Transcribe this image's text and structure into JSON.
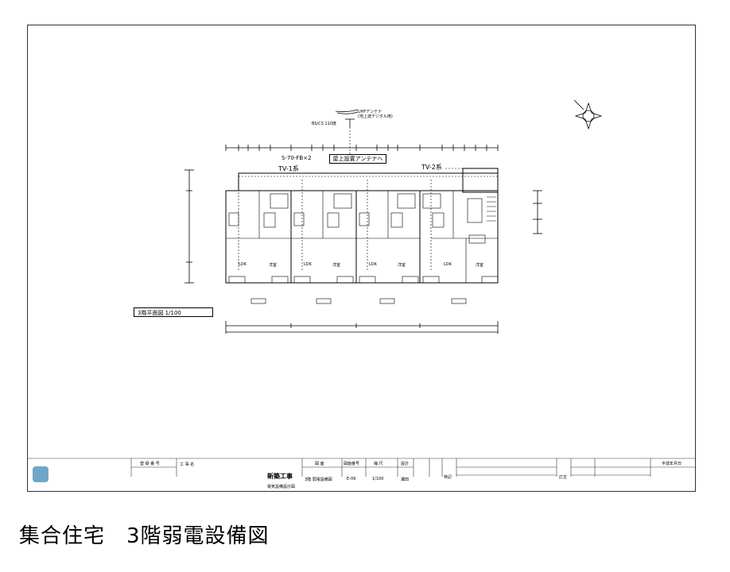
{
  "drawing": {
    "scale_label": "3階平面図 1/100",
    "antenna_label": "屋上設置アンテナへ",
    "cable_label": "S-70-FB×2",
    "tv1_label": "TV-1系",
    "tv2_label": "TV-2系",
    "uhf_label_line1": "UHFアンテナ",
    "uhf_label_line2": "(地上波デジタル用)",
    "bscs_label": "BS/CS 110度",
    "room_labels": [
      "LDK",
      "洋室",
      "LDK",
      "洋室",
      "LDK",
      "洋室",
      "LDK",
      "洋室"
    ]
  },
  "title_block": {
    "project_no_header": "登 録 番 号",
    "construction_header": "工 事 名",
    "construction_name": "新築工事",
    "construction_sub": "電気設備設計図",
    "drawing_name_header": "図 面",
    "drawing_no_header": "図面番号",
    "scale_header": "縮 尺",
    "design_header": "設計",
    "drawing_name": "3階 弱電設備図",
    "drawing_no": "E-09",
    "scale": "1/100",
    "designer": "瀬田",
    "special_notes": "特記",
    "revision": "訂正",
    "date_header": "平成年月日"
  },
  "footer": {
    "title": "集合住宅　3階弱電設備図"
  }
}
